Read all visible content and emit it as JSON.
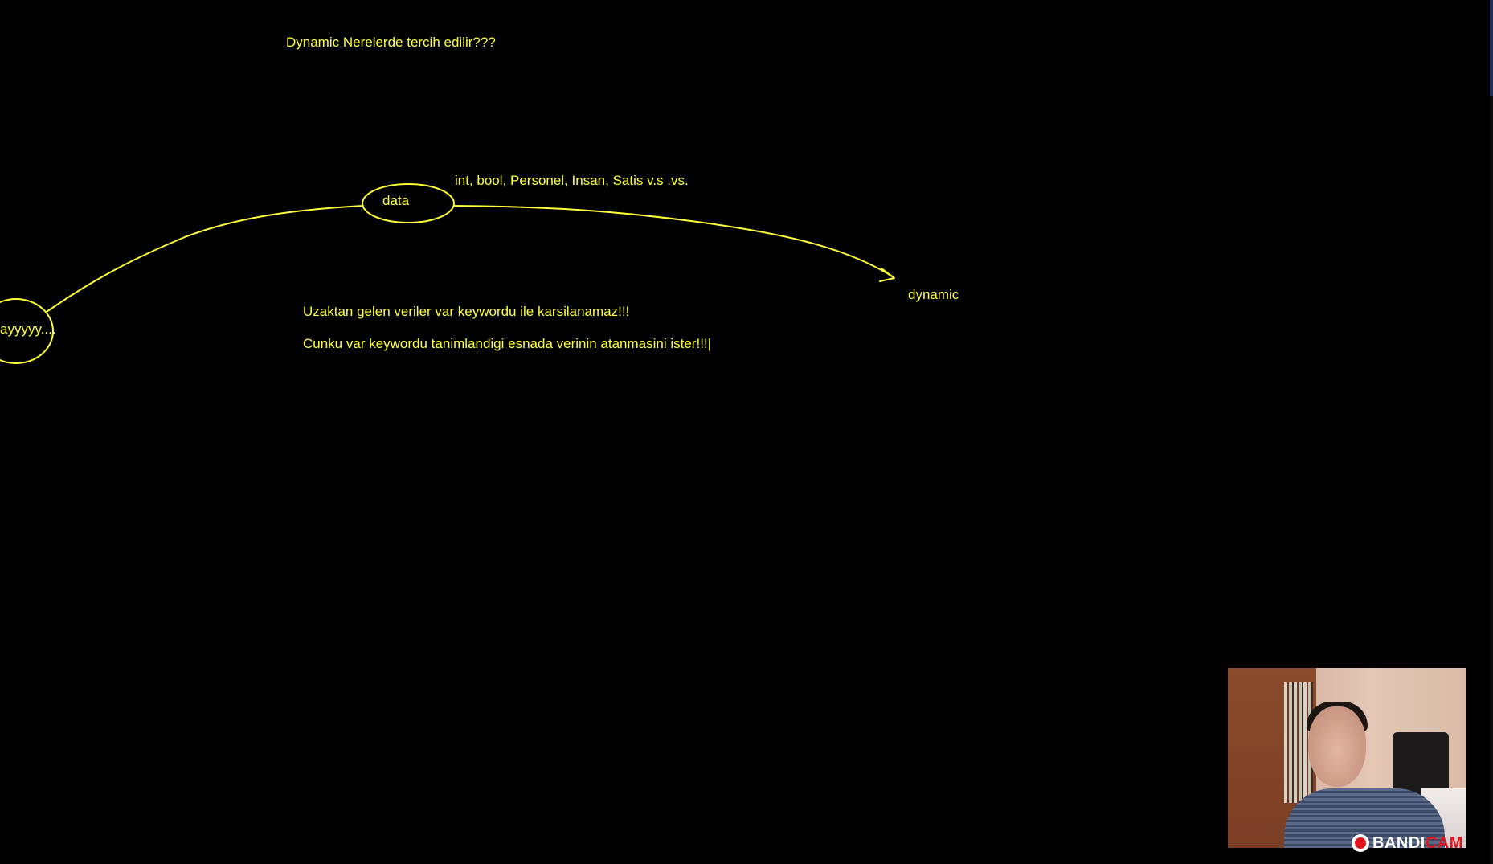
{
  "notes": {
    "title": "Dynamic Nerelerde tercih edilir???",
    "types": "int, bool, Personel, Insan, Satis v.s .vs.",
    "data_label": "data",
    "dynamic_label": "dynamic",
    "circle_left_label": "ayyyyy....",
    "line1": "Uzaktan gelen veriler var keywordu ile karsilanamaz!!!",
    "line2": "Cunku var keywordu tanimlandigi esnada verinin atanmasini ister!!!|"
  },
  "recording_overlay": {
    "brand_part1": "BANDI",
    "brand_part2": "CAM"
  },
  "colors": {
    "background": "#000000",
    "ink": "#ffff3a",
    "brand_red": "#e0141b"
  }
}
